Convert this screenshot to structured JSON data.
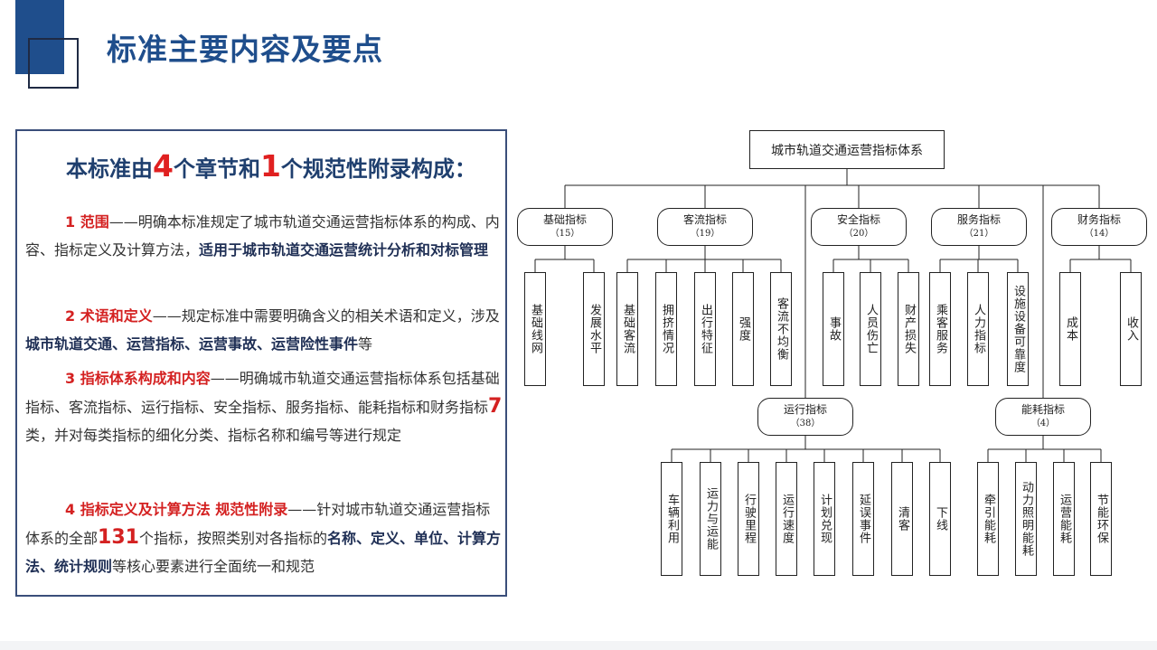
{
  "slide": {
    "title": "标准主要内容及要点"
  },
  "panel": {
    "heading": {
      "pre": "本标准由",
      "n1": "4",
      "mid": "个章节和",
      "n2": "1",
      "post": "个规范性附录构成："
    },
    "sections": [
      {
        "label": "1 范围",
        "text_a": "——明确本标准规定了城市轨道交通运营指标体系的构成、内容、指标定义及计算方法，",
        "bold_a": "适用于城市轨道交通运营统计分析和对标管理"
      },
      {
        "label": "2 术语和定义",
        "text_a": "——规定标准中需要明确含义的相关术语和定义，涉及",
        "bold_a": "城市轨道交通、运营指标、运营事故、运营险性事件",
        "text_b": "等"
      },
      {
        "label": "3 指标体系构成和内容",
        "text_a": "——明确城市轨道交通运营指标体系包括基础指标、客流指标、运行指标、安全指标、服务指标、能耗指标和财务指标",
        "num": "7",
        "text_b": "类，并对每类指标的细化分类、指标名称和编号等进行规定"
      },
      {
        "label": "4 指标定义及计算方法 规范性附录",
        "text_a": "——针对城市轨道交通运营指标体系的全部",
        "num": "131",
        "text_b": "个指标，按照类别对各指标的",
        "bold_a": "名称、定义、单位、计算方法、统计规则",
        "text_c": "等核心要素进行全面统一和规范"
      }
    ]
  },
  "chart": {
    "root": "城市轨道交通运营指标体系",
    "top_groups": [
      {
        "name": "基础指标",
        "count": "（15）",
        "leaves": [
          "基础线网",
          "发展水平"
        ]
      },
      {
        "name": "客流指标",
        "count": "（19）",
        "leaves": [
          "基础客流",
          "拥挤情况",
          "出行特征",
          "强度",
          "客流不均衡"
        ]
      },
      {
        "name": "安全指标",
        "count": "（20）",
        "leaves": [
          "事故",
          "人员伤亡",
          "财产损失"
        ]
      },
      {
        "name": "服务指标",
        "count": "（21）",
        "leaves": [
          "乘客服务",
          "人力指标",
          "设施设备可靠度"
        ]
      },
      {
        "name": "财务指标",
        "count": "（14）",
        "leaves": [
          "成本",
          "收入"
        ]
      }
    ],
    "bottom_groups": [
      {
        "name": "运行指标",
        "count": "（38）",
        "leaves": [
          "车辆利用",
          "运力与运能",
          "行驶里程",
          "运行速度",
          "计划兑现",
          "延误事件",
          "清客",
          "下线"
        ]
      },
      {
        "name": "能耗指标",
        "count": "（4）",
        "leaves": [
          "牵引能耗",
          "动力照明能耗",
          "运营能耗",
          "节能环保"
        ]
      }
    ]
  }
}
